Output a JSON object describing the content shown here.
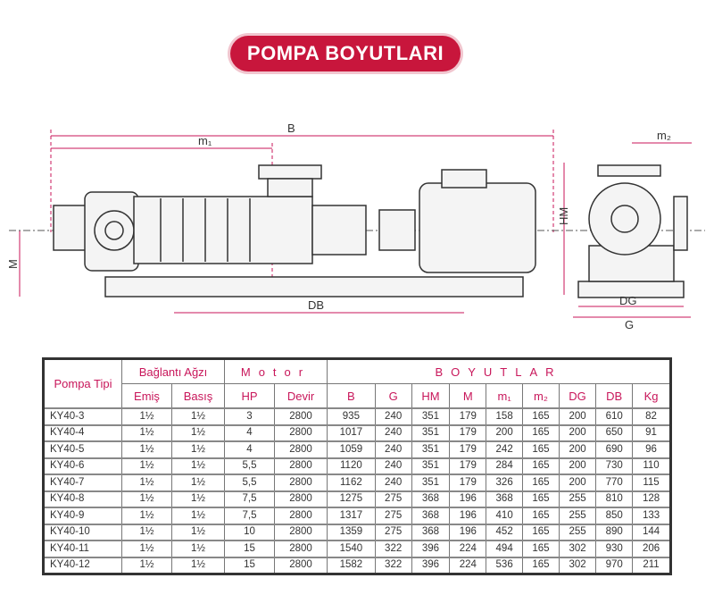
{
  "title": "POMPA BOYUTLARI",
  "drawing": {
    "labels": {
      "B": "B",
      "m1": "m₁",
      "M": "M",
      "DB": "DB",
      "m2": "m₂",
      "HM": "HM",
      "DG": "DG",
      "G": "G"
    }
  },
  "colors": {
    "accent": "#c8163c",
    "dimension": "#c8165a"
  },
  "table": {
    "headers": {
      "pompa_tipi": "Pompa Tipi",
      "baglanti": "Bağlantı Ağzı",
      "motor": "Motor",
      "boyutlar": "BOYUTLAR",
      "emis": "Emiş",
      "basis": "Basış",
      "hp": "HP",
      "devir": "Devir",
      "dims": [
        "B",
        "G",
        "HM",
        "M",
        "m₁",
        "m₂",
        "DG",
        "DB",
        "Kg"
      ]
    },
    "rows": [
      [
        "KY40-3",
        "1½",
        "1½",
        "3",
        "2800",
        "935",
        "240",
        "351",
        "179",
        "158",
        "165",
        "200",
        "610",
        "82"
      ],
      [
        "KY40-4",
        "1½",
        "1½",
        "4",
        "2800",
        "1017",
        "240",
        "351",
        "179",
        "200",
        "165",
        "200",
        "650",
        "91"
      ],
      [
        "KY40-5",
        "1½",
        "1½",
        "4",
        "2800",
        "1059",
        "240",
        "351",
        "179",
        "242",
        "165",
        "200",
        "690",
        "96"
      ],
      [
        "KY40-6",
        "1½",
        "1½",
        "5,5",
        "2800",
        "1120",
        "240",
        "351",
        "179",
        "284",
        "165",
        "200",
        "730",
        "110"
      ],
      [
        "KY40-7",
        "1½",
        "1½",
        "5,5",
        "2800",
        "1162",
        "240",
        "351",
        "179",
        "326",
        "165",
        "200",
        "770",
        "115"
      ],
      [
        "KY40-8",
        "1½",
        "1½",
        "7,5",
        "2800",
        "1275",
        "275",
        "368",
        "196",
        "368",
        "165",
        "255",
        "810",
        "128"
      ],
      [
        "KY40-9",
        "1½",
        "1½",
        "7,5",
        "2800",
        "1317",
        "275",
        "368",
        "196",
        "410",
        "165",
        "255",
        "850",
        "133"
      ],
      [
        "KY40-10",
        "1½",
        "1½",
        "10",
        "2800",
        "1359",
        "275",
        "368",
        "196",
        "452",
        "165",
        "255",
        "890",
        "144"
      ],
      [
        "KY40-11",
        "1½",
        "1½",
        "15",
        "2800",
        "1540",
        "322",
        "396",
        "224",
        "494",
        "165",
        "302",
        "930",
        "206"
      ],
      [
        "KY40-12",
        "1½",
        "1½",
        "15",
        "2800",
        "1582",
        "322",
        "396",
        "224",
        "536",
        "165",
        "302",
        "970",
        "211"
      ]
    ]
  }
}
